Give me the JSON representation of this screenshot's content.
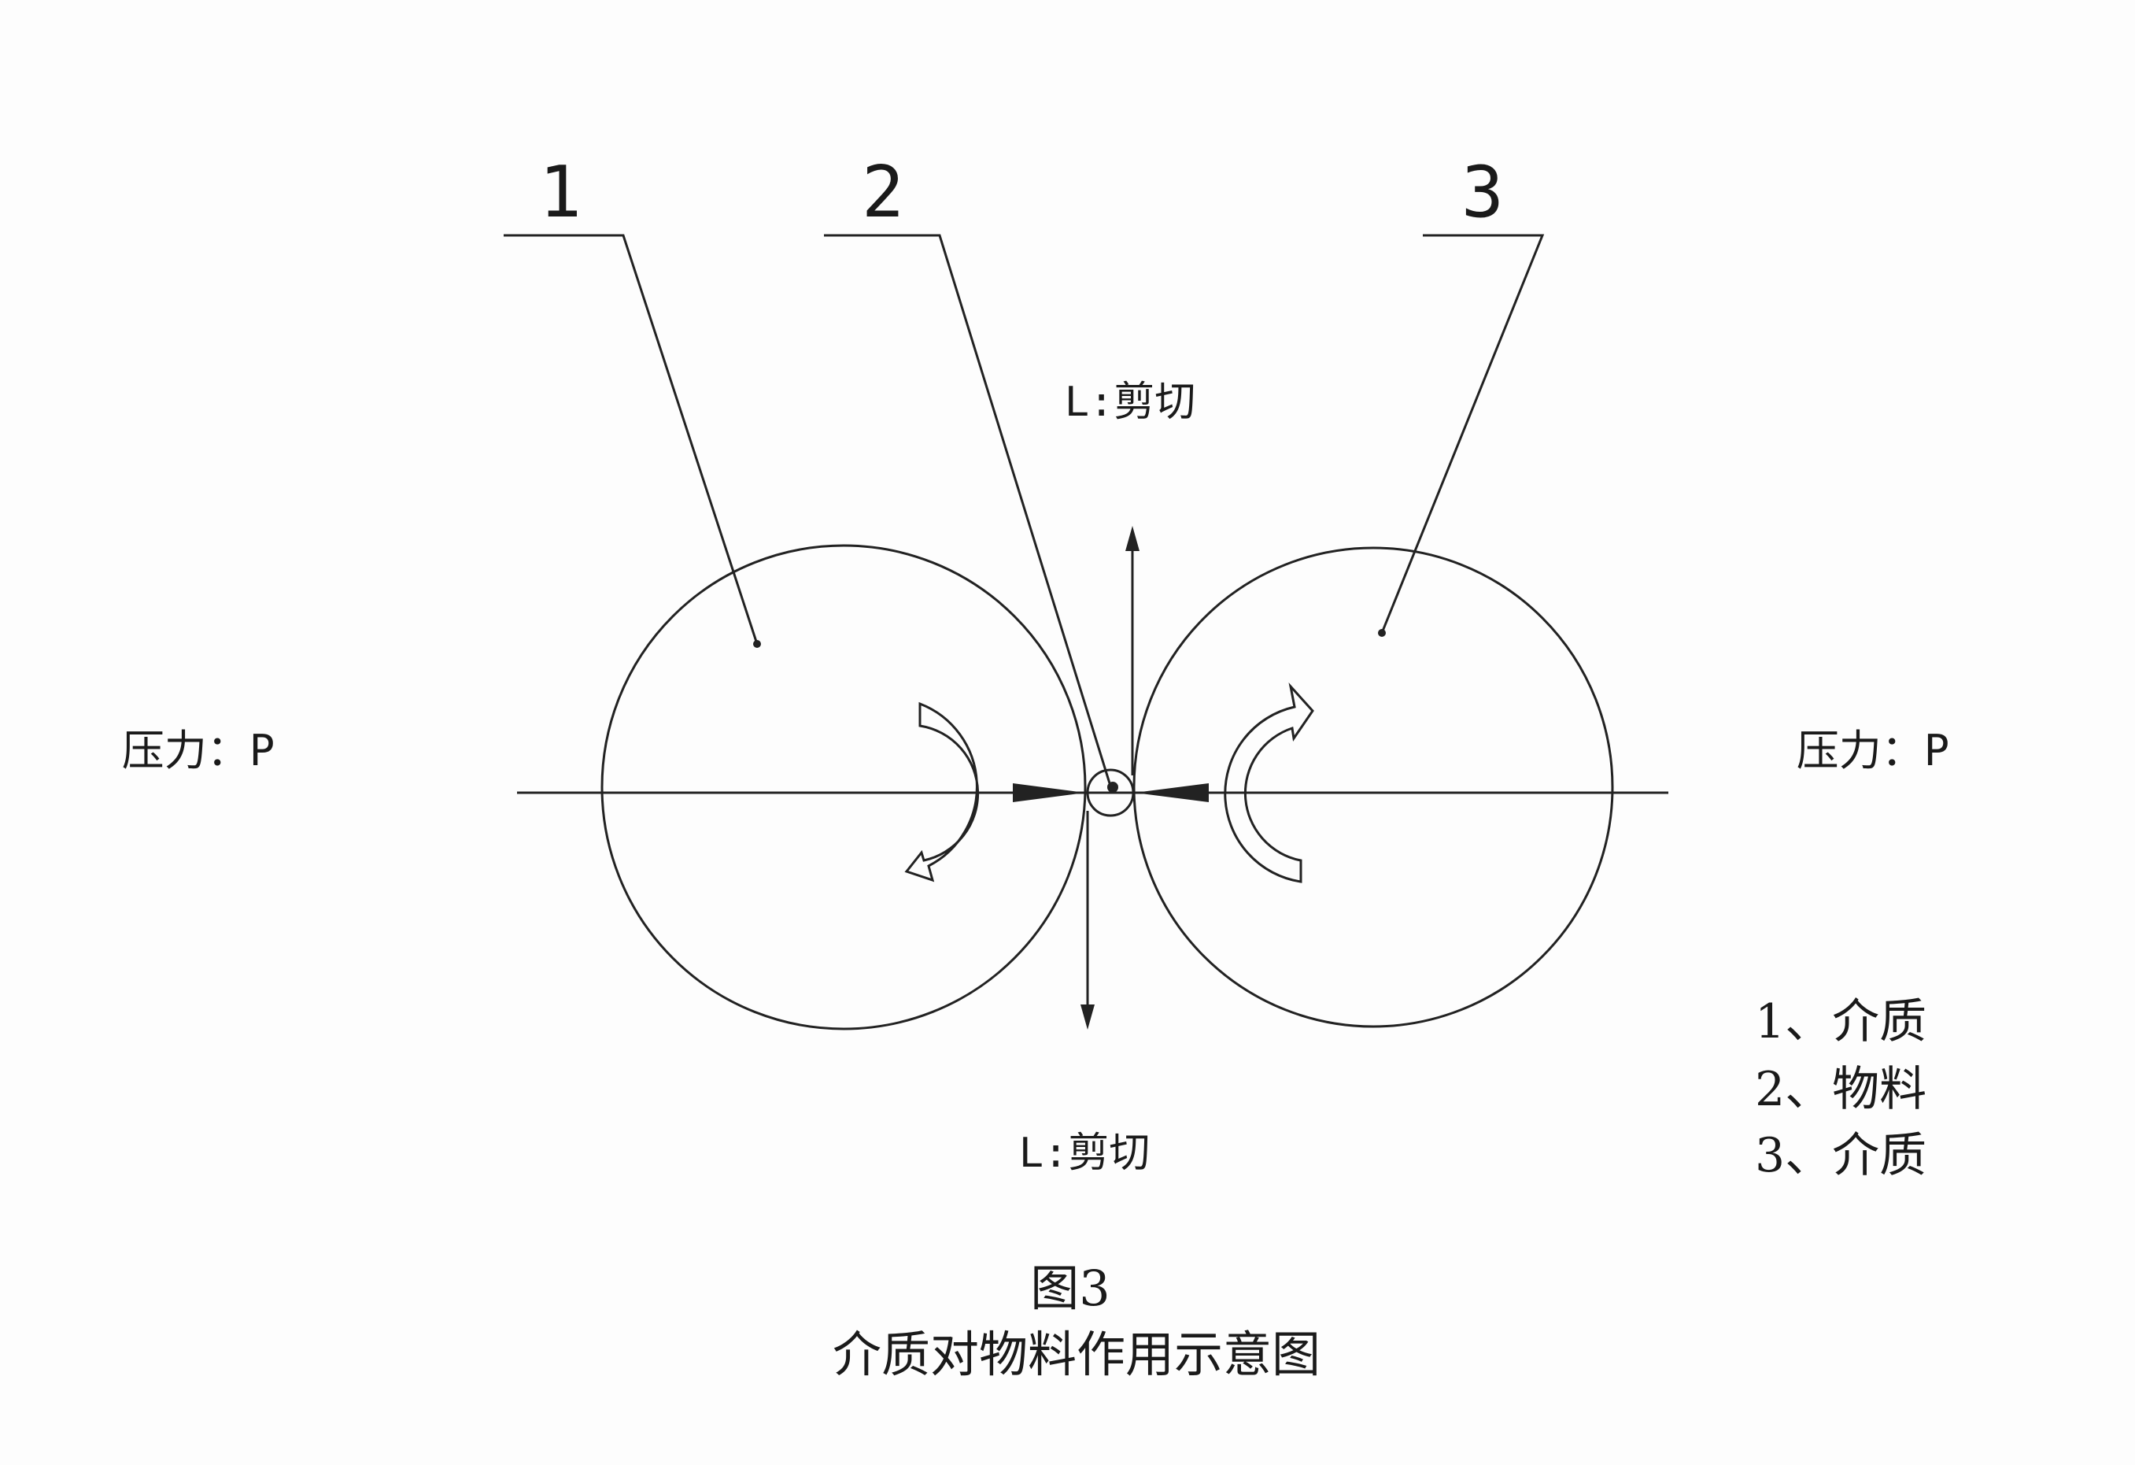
{
  "labels": {
    "n1": "1",
    "n2": "2",
    "n3": "3"
  },
  "shear_top": "L:剪切",
  "shear_bottom": "L:剪切",
  "pressure_left": "压力：P",
  "pressure_right": "压力：P",
  "legend": [
    "1、介质",
    "2、物料",
    "3、介质"
  ],
  "figure_number": "图3",
  "caption": "介质对物料作用示意图",
  "colors": {
    "ink": "#222222",
    "background": "#fdfdfd"
  }
}
